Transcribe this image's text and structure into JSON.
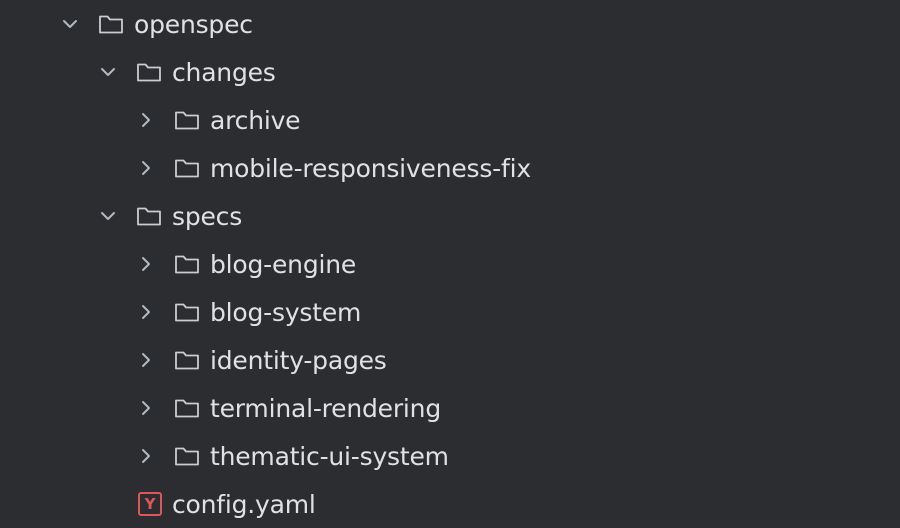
{
  "tree": {
    "root": {
      "label": "openspec",
      "expanded": true,
      "icon": "folder-icon"
    },
    "changes": {
      "label": "changes",
      "expanded": true,
      "icon": "folder-icon",
      "children": [
        {
          "label": "archive",
          "icon": "folder-icon",
          "expanded": false
        },
        {
          "label": "mobile-responsiveness-fix",
          "icon": "folder-icon",
          "expanded": false
        }
      ]
    },
    "specs": {
      "label": "specs",
      "expanded": true,
      "icon": "folder-icon",
      "children": [
        {
          "label": "blog-engine",
          "icon": "folder-icon",
          "expanded": false
        },
        {
          "label": "blog-system",
          "icon": "folder-icon",
          "expanded": false
        },
        {
          "label": "identity-pages",
          "icon": "folder-icon",
          "expanded": false
        },
        {
          "label": "terminal-rendering",
          "icon": "folder-icon",
          "expanded": false
        },
        {
          "label": "thematic-ui-system",
          "icon": "folder-icon",
          "expanded": false
        }
      ]
    },
    "config": {
      "label": "config.yaml",
      "icon": "yaml-file-icon",
      "icon_glyph": "Y"
    }
  },
  "colors": {
    "background": "#2b2d30",
    "text": "#dfe1e5",
    "chevron": "#b4b8bf",
    "folder": "#c9ccd1",
    "yaml_accent": "#e0555a"
  }
}
